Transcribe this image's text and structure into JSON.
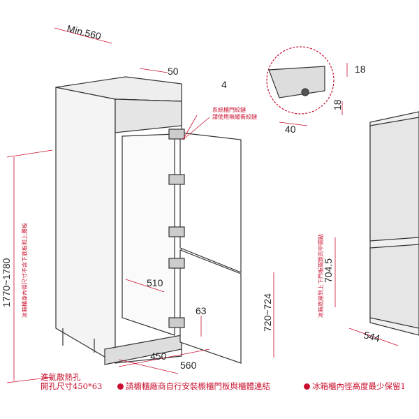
{
  "dimensions": {
    "min_width": "Min.560",
    "top_gap": "50",
    "gap_4": "4",
    "panel_18_top": "18",
    "panel_18_side": "18",
    "overlap_40": "40",
    "inner_depth": "510",
    "vent_height": "63",
    "vent_width": "450",
    "depth_560": "560",
    "door_height": "720~724",
    "door_mid": "704.5",
    "fridge_depth": "544",
    "total_height": "1770~1780"
  },
  "labels": {
    "hinge_note_1": "系統櫃門絞鏈",
    "hinge_note_2": "請使用無緩衝絞鏈",
    "height_note": "冰箱櫃身內徑尺寸不含下底板和上層板",
    "door_mid_note": "冰箱底座到上下門板間距的中間點",
    "vent_note_1": "進氣散熱孔",
    "vent_note_2": "開孔尺寸450*63"
  },
  "notes": [
    "請櫥櫃廠商自行安裝櫥櫃門板與櫃體連結",
    "冰箱櫃內徑高度最少保留1"
  ],
  "colors": {
    "accent": "#c8102e",
    "line": "#333333"
  }
}
